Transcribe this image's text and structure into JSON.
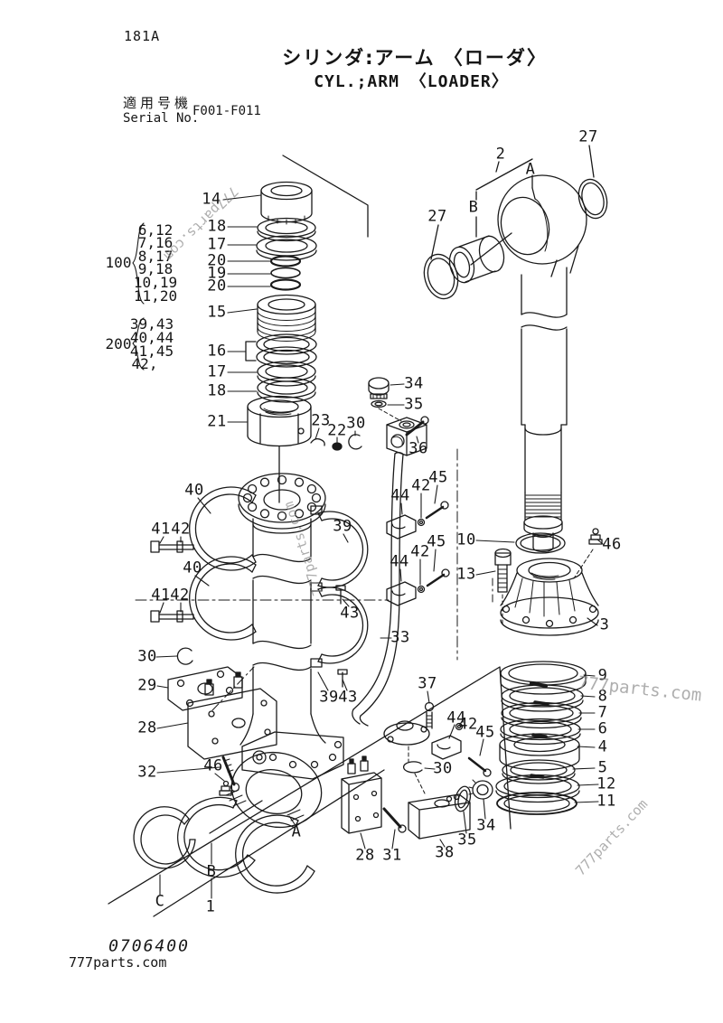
{
  "page_code": "181A",
  "header": {
    "title_jp": "シリンダ:アーム 〈ローダ〉",
    "title_en": "CYL.;ARM 〈LOADER〉",
    "applicable_label_jp": "適用号機",
    "applicable_label_en": "Serial No.",
    "serial_range": "F001-F011"
  },
  "ref_groups": [
    {
      "id": "100",
      "rows": [
        "6,12",
        "7,16",
        "8,17",
        "9,18",
        "10,19",
        "11,20"
      ]
    },
    {
      "id": "200",
      "rows": [
        "39,43",
        "40,44",
        "41,45",
        "42,"
      ]
    }
  ],
  "callouts": {
    "stack": [
      "14",
      "18",
      "17",
      "20",
      "19",
      "20",
      "15",
      "16",
      "17",
      "18",
      "21"
    ],
    "rod_top": [
      "27",
      "2",
      "A",
      "B",
      "27"
    ],
    "valve": [
      "34",
      "35",
      "23",
      "22",
      "30",
      "36"
    ],
    "bands": [
      "40",
      "41",
      "42",
      "40",
      "41",
      "42",
      "39",
      "43",
      "39",
      "43"
    ],
    "flange_sets": [
      "44",
      "42",
      "45",
      "44",
      "42",
      "45",
      "44",
      "42",
      "45"
    ],
    "pipe": [
      "33",
      "37",
      "30"
    ],
    "gland": [
      "10",
      "13",
      "46",
      "3"
    ],
    "piston": [
      "9",
      "8",
      "7",
      "6",
      "4",
      "5",
      "12",
      "11"
    ],
    "left_bottom": [
      "30",
      "29",
      "28",
      "32",
      "46"
    ],
    "bottom": [
      "28",
      "31",
      "38",
      "35",
      "34"
    ],
    "letters": [
      "A",
      "B",
      "C",
      "1"
    ]
  },
  "watermark": "777parts.com",
  "footer": {
    "doc_number": "0706400",
    "site": "777parts.com"
  }
}
